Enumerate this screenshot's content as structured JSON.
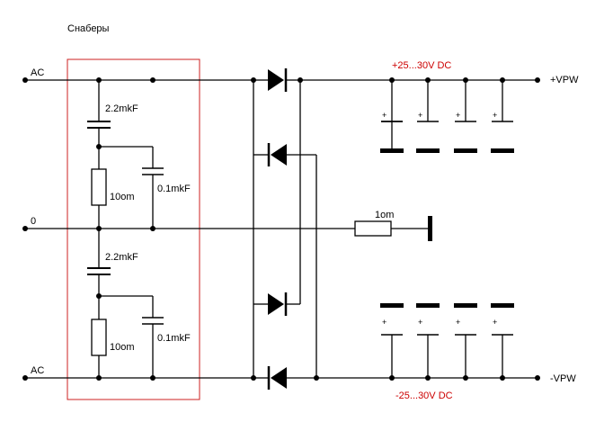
{
  "title": "Снаберы",
  "labels": {
    "ac_top": "AC",
    "ac_bottom": "AC",
    "neutral": "0",
    "vpw_pos": "+VPW",
    "vpw_neg": "-VPW",
    "rail_pos": "+25...30V DC",
    "rail_neg": "-25...30V DC",
    "cap_big_top": "2.2mkF",
    "cap_big_bottom": "2.2mkF",
    "res_top": "10om",
    "res_bottom": "10om",
    "cap_small_top": "0.1mkF",
    "cap_small_bottom": "0.1mkF",
    "res_ground": "1om",
    "plus_sign": "+"
  },
  "colors": {
    "wire": "#000000",
    "snubber_box": "#cc2222",
    "rail_label": "#cc0000"
  }
}
